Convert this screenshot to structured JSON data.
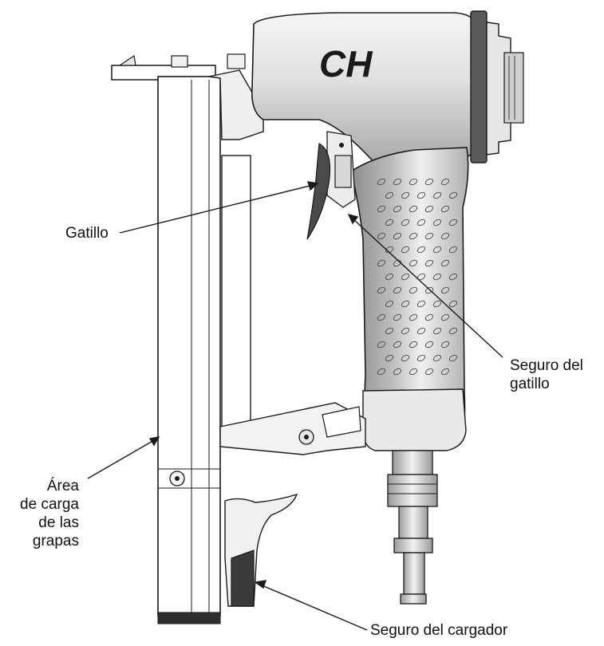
{
  "logo": {
    "text": "CH"
  },
  "labels": {
    "trigger": "Gatillo",
    "trigger_lock_line1": "Seguro del",
    "trigger_lock_line2": "gatillo",
    "load_area_line1": "Área",
    "load_area_line2": "de carga",
    "load_area_line3": "de las",
    "load_area_line4": "grapas",
    "magazine_latch": "Seguro del cargador"
  },
  "colors": {
    "outline": "#1a1a1a",
    "body_light": "#f2f2f2",
    "body_mid": "#c8c8c8",
    "body_dark": "#7a7a7a",
    "rubber": "#3a3a3a"
  }
}
